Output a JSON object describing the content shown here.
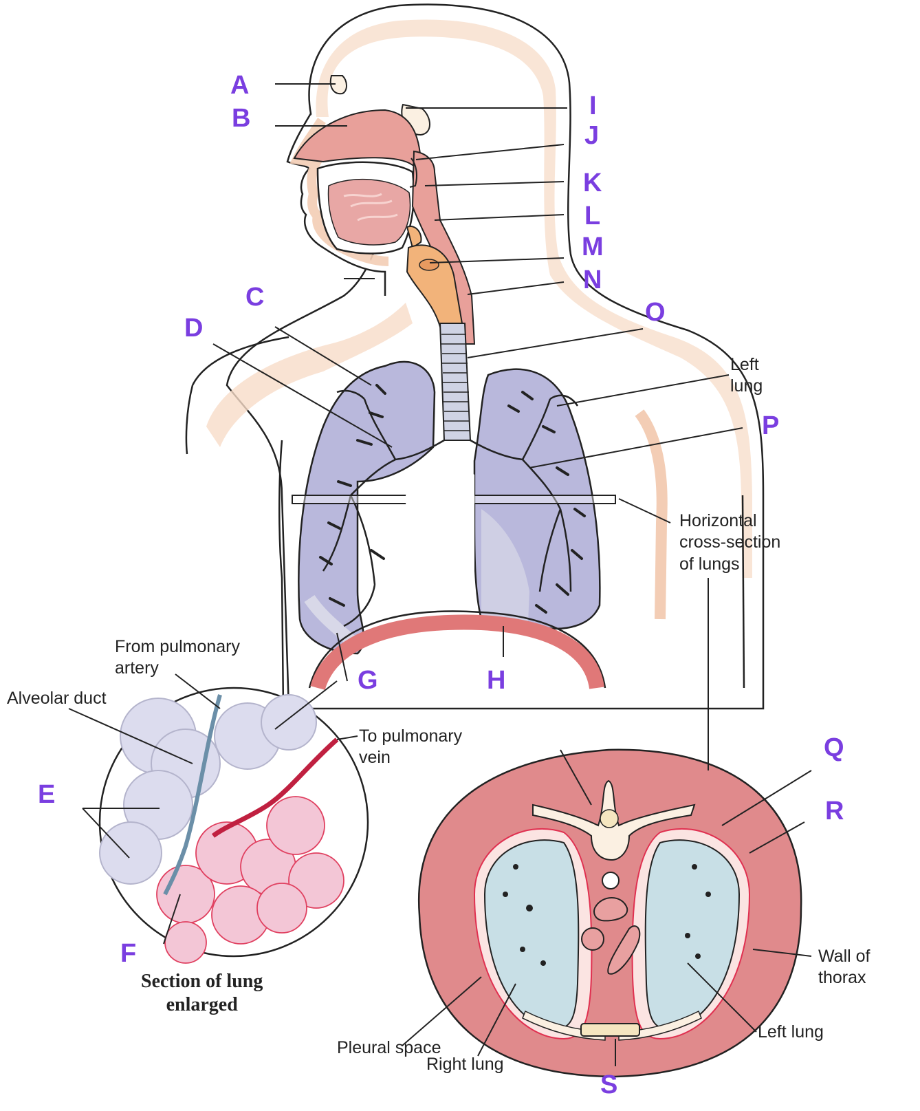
{
  "letters": {
    "A": "A",
    "B": "B",
    "C": "C",
    "D": "D",
    "E": "E",
    "F": "F",
    "G": "G",
    "H": "H",
    "I": "I",
    "J": "J",
    "K": "K",
    "L": "L",
    "M": "M",
    "N": "N",
    "O": "O",
    "P": "P",
    "Q": "Q",
    "R": "R",
    "S": "S"
  },
  "captions": {
    "left_lung_top": "Left\nlung",
    "horizontal_cross_section": "Horizontal\ncross-section\nof lungs",
    "from_pulmonary_artery": "From pulmonary\nartery",
    "alveolar_duct": "Alveolar duct",
    "to_pulmonary_vein": "To pulmonary\nvein",
    "section_of_lung_enlarged": "Section of lung\nenlarged",
    "pleural_space": "Pleural space",
    "right_lung": "Right lung",
    "left_lung_bottom": "Left lung",
    "wall_of_thorax": "Wall of\nthorax"
  },
  "colors": {
    "label_letter": "#7a3ee0",
    "skin": "#f7dcc8",
    "airway_pink": "#e8a09a",
    "larynx_orange": "#f2b37a",
    "lung_fill": "#b9b8dc",
    "thorax_wall": "#e08a8c",
    "diaphragm": "#e07878",
    "alveolus_pink": "#f3c6d6",
    "cross_section_lung": "#c8dfe6"
  }
}
